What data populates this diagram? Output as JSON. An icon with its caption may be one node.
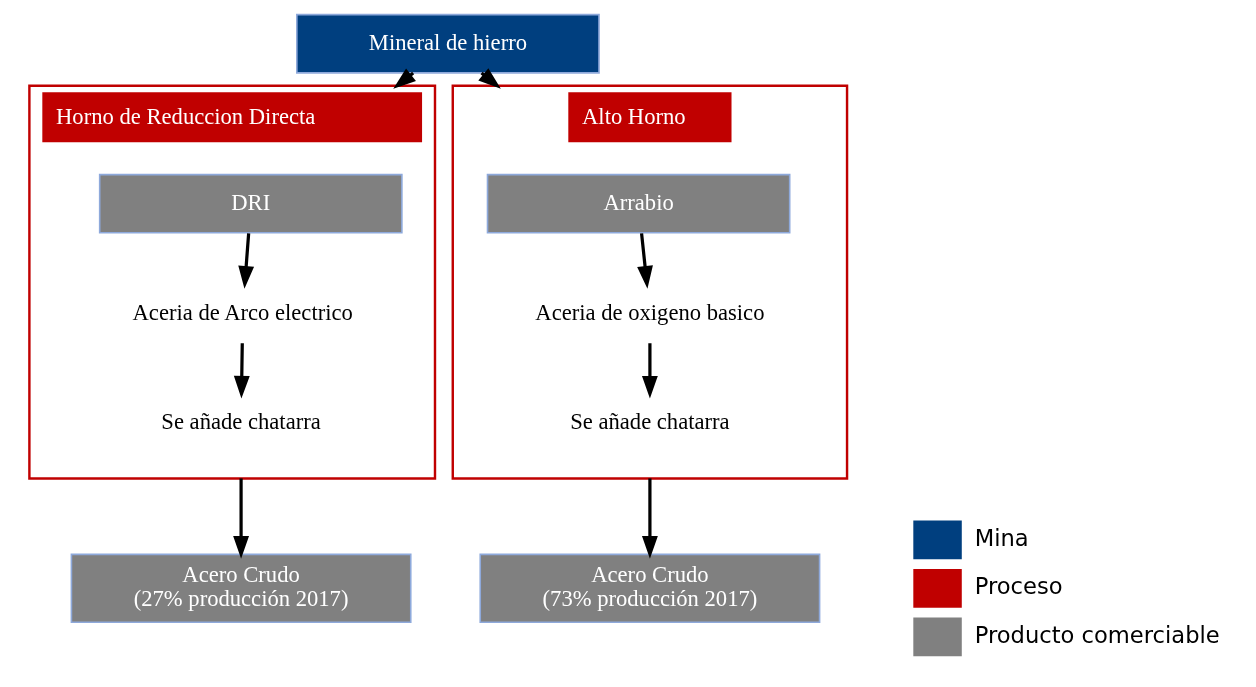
{
  "diagram": {
    "nodes": [
      {
        "text": [
          "Mineral de hierro"
        ]
      },
      {
        "text": [
          "Horno de Reduccion Directa"
        ]
      },
      {
        "text": [
          "DRI"
        ],
        "in": 1
      },
      {
        "text": [
          "Aceria de Arco electrico"
        ],
        "in": 1
      },
      {
        "text": [
          "Se añade chatarra"
        ],
        "in": 1
      },
      {
        "text": [
          "Alto Horno"
        ]
      },
      {
        "text": [
          "Arrabio"
        ],
        "in": 5
      },
      {
        "text": [
          "Aceria de oxigeno basico"
        ],
        "in": 5
      },
      {
        "text": [
          "Se añade chatarra"
        ],
        "in": 5
      },
      {
        "text": [
          "Acero Crudo",
          "(27% producción 2017)"
        ]
      },
      {
        "text": [
          "Acero Crudo",
          "(73% producción 2017)"
        ]
      }
    ],
    "edges": [
      {
        "from": 0,
        "to": 1,
        "arrow": "to"
      },
      {
        "from": 0,
        "to": 5,
        "arrow": "to"
      },
      {
        "from": 2,
        "to": 3,
        "arrow": "to"
      },
      {
        "from": 3,
        "to": 4,
        "arrow": "to"
      },
      {
        "from": 6,
        "to": 7,
        "arrow": "to"
      },
      {
        "from": 7,
        "to": 8,
        "arrow": "to"
      },
      {
        "from": 1,
        "to": 9,
        "arrow": "to"
      },
      {
        "from": 5,
        "to": 10,
        "arrow": "to"
      }
    ],
    "legend": [
      {
        "text": "Mina",
        "color": "#003f7f"
      },
      {
        "text": "Proceso",
        "color": "#c00000"
      },
      {
        "text": "Producto comerciable",
        "color": "#808080"
      }
    ]
  }
}
